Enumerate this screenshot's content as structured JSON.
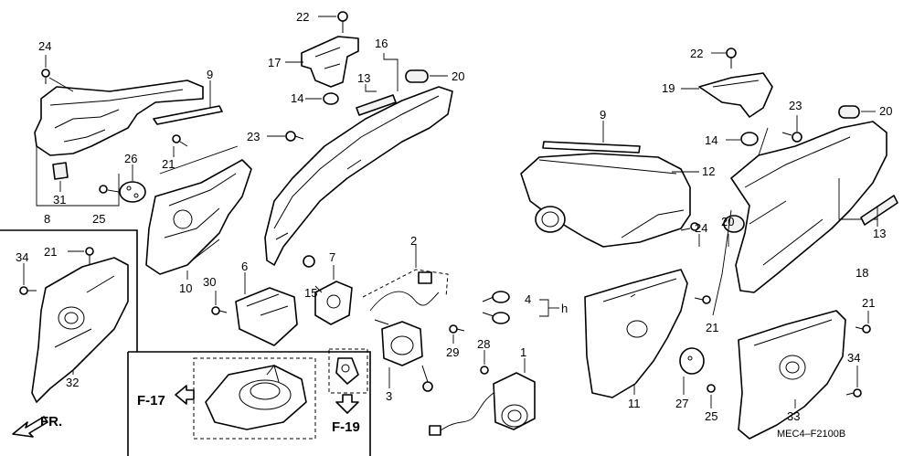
{
  "diagram": {
    "part_labels": {
      "p1": "1",
      "p2": "2",
      "p3": "3",
      "p4": "4",
      "p6": "6",
      "p7": "7",
      "p8": "8",
      "p9a": "9",
      "p9b": "9",
      "p10": "10",
      "p11": "11",
      "p12": "12",
      "p13a": "13",
      "p13b": "13",
      "p14a": "14",
      "p14b": "14",
      "p15": "15",
      "p16": "16",
      "p17": "17",
      "p18": "18",
      "p19": "19",
      "p20a": "20",
      "p20b": "20",
      "p20c": "20",
      "p21a": "21",
      "p21b": "21",
      "p21c": "21",
      "p21d": "21",
      "p22a": "22",
      "p22b": "22",
      "p23a": "23",
      "p23b": "23",
      "p24a": "24",
      "p24b": "24",
      "p25a": "25",
      "p25b": "25",
      "p26": "26",
      "p27": "27",
      "p28": "28",
      "p29": "29",
      "p30": "30",
      "p31": "31",
      "p32": "32",
      "p33": "33",
      "p34a": "34",
      "p34b": "34",
      "h": "h"
    },
    "refs": {
      "f17": "F-17",
      "f19": "F-19"
    },
    "front_label": "FR.",
    "diagram_code": "MEC4–F2100B"
  }
}
